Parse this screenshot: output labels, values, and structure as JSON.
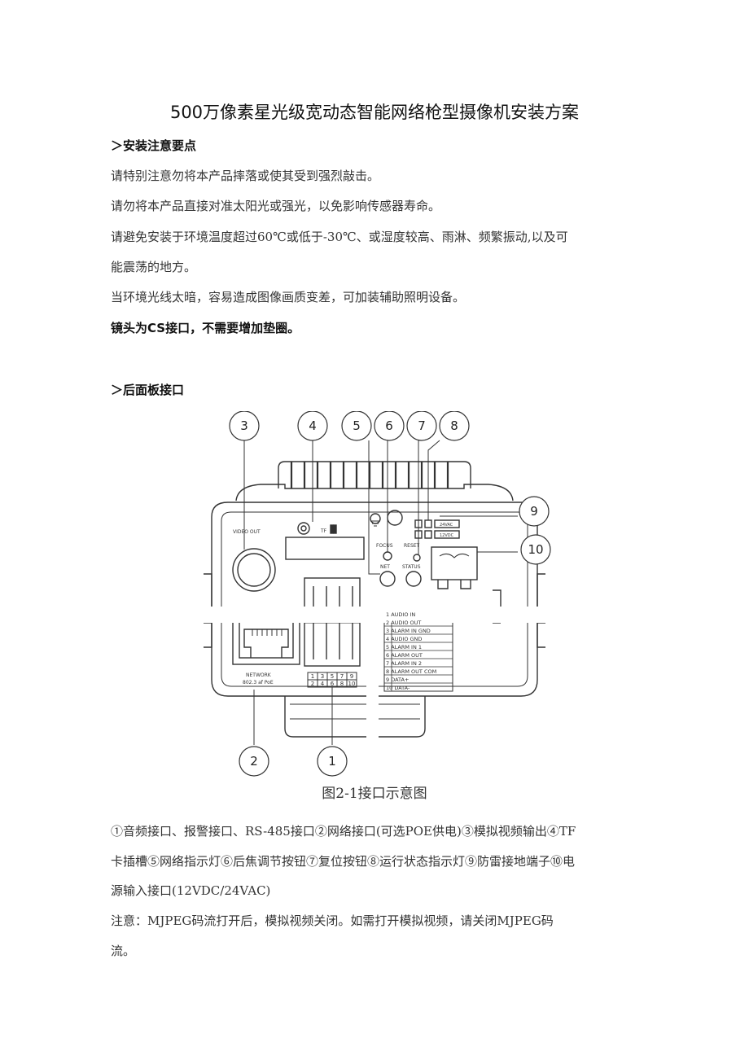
{
  "title": "500万像素星光级宽动态智能网络枪型摄像机安装方案",
  "section1": {
    "heading": "＞安装注意要点",
    "lines": [
      "请特别注意勿将本产品摔落或使其受到强烈敲击。",
      "请勿将本产品直接对准太阳光或强光，以免影响传感器寿命。",
      "请避免安装于环境温度超过60℃或低于-30℃、或湿度较高、雨淋、频繁振动,以及可",
      "能震荡的地方。",
      "当环境光线太暗，容易造成图像画质变差，可加装辅助照明设备。"
    ],
    "bold_line": "镜头为CS接口，不需要增加垫圈。"
  },
  "section2": {
    "heading": "＞后面板接口"
  },
  "diagram": {
    "callouts": [
      "3",
      "4",
      "5",
      "6",
      "7",
      "8",
      "9",
      "10",
      "2",
      "1"
    ],
    "labels": {
      "video_out": "VIDEO OUT",
      "tf": "TF",
      "focus": "FOCUS",
      "reset": "RESET",
      "net": "NET",
      "status": "STATUS",
      "network": "NETWORK",
      "poe": "802.3 af PoE",
      "vac": "24VAC",
      "vdc": "12VDC"
    },
    "pin_numbers_top": [
      "1",
      "3",
      "5",
      "7",
      "9"
    ],
    "pin_numbers_bottom": [
      "2",
      "4",
      "6",
      "8",
      "10"
    ],
    "pins": [
      "1 AUDIO IN",
      "2 AUDIO OUT",
      "3 ALARM IN GND",
      "4 AUDIO GND",
      "5 ALARM IN 1",
      "6 ALARM OUT",
      "7 ALARM IN 2",
      "8 ALARM OUT COM",
      "9 DATA+",
      "10 DATA-"
    ]
  },
  "caption": "图2-1接口示意图",
  "desc_lines": [
    "①音频接口、报警接口、RS-485接口②网络接口(可选POE供电)③模拟视频输出④TF",
    "卡插槽⑤网络指示灯⑥后焦调节按钮⑦复位按钮⑧运行状态指示灯⑨防雷接地端子⑩电",
    "源输入接口(12VDC/24VAC)"
  ],
  "note_lines": [
    "注意：MJPEG码流打开后，模拟视频关闭。如需打开模拟视频，请关闭MJPEG码",
    "流。"
  ]
}
